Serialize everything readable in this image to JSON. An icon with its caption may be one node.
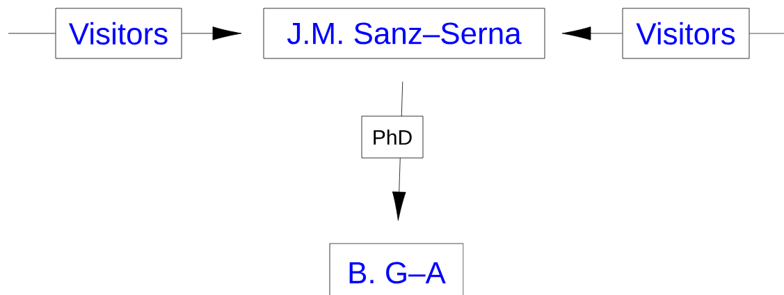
{
  "diagram": {
    "nodes": [
      {
        "text": [
          "Visitors"
        ]
      },
      {
        "text": [
          "J.M. Sanz–Serna"
        ]
      },
      {
        "text": [
          "Visitors"
        ]
      },
      {
        "text": [
          "B. G–A"
        ]
      }
    ],
    "edges": [
      {
        "from": null,
        "to": 0,
        "arrow": "none"
      },
      {
        "from": 0,
        "to": 1,
        "arrow": "to"
      },
      {
        "from": 2,
        "to": 1,
        "arrow": "to"
      },
      {
        "from": 2,
        "to": null,
        "arrow": "none"
      },
      {
        "from": 1,
        "to": 3,
        "arrow": "to",
        "label": "PhD"
      }
    ]
  }
}
